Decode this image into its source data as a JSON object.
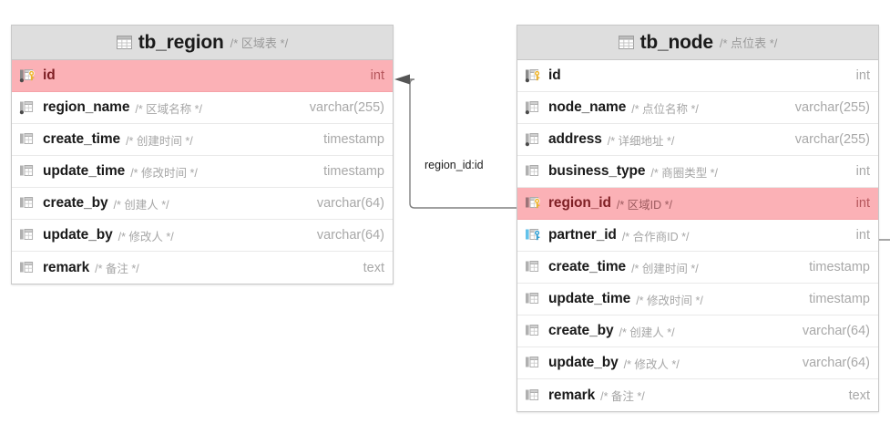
{
  "diagram": {
    "type": "entity-relationship-diagram",
    "background": "#ffffff",
    "highlight_color": "#fbb1b6",
    "header_color": "#dedede",
    "border_color": "#c8c8c8"
  },
  "tables": [
    {
      "name": "tb_region",
      "comment": "/* 区域表 */",
      "fields": [
        {
          "name": "id",
          "comment": "/* */",
          "type": "int",
          "icon": "primary-key-icon",
          "highlight": true,
          "show_comment": false
        },
        {
          "name": "region_name",
          "comment": "/* 区域名称 */",
          "type": "varchar(255)",
          "icon": "column-notnull-icon",
          "highlight": false,
          "show_comment": true
        },
        {
          "name": "create_time",
          "comment": "/* 创建时间 */",
          "type": "timestamp",
          "icon": "column-icon",
          "highlight": false,
          "show_comment": true
        },
        {
          "name": "update_time",
          "comment": "/* 修改时间 */",
          "type": "timestamp",
          "icon": "column-icon",
          "highlight": false,
          "show_comment": true
        },
        {
          "name": "create_by",
          "comment": "/* 创建人 */",
          "type": "varchar(64)",
          "icon": "column-icon",
          "highlight": false,
          "show_comment": true
        },
        {
          "name": "update_by",
          "comment": "/* 修改人 */",
          "type": "varchar(64)",
          "icon": "column-icon",
          "highlight": false,
          "show_comment": true
        },
        {
          "name": "remark",
          "comment": "/* 备注 */",
          "type": "text",
          "icon": "column-icon",
          "highlight": false,
          "show_comment": true
        }
      ]
    },
    {
      "name": "tb_node",
      "comment": "/* 点位表 */",
      "fields": [
        {
          "name": "id",
          "comment": "/* */",
          "type": "int",
          "icon": "primary-key-icon",
          "highlight": false,
          "show_comment": false
        },
        {
          "name": "node_name",
          "comment": "/* 点位名称 */",
          "type": "varchar(255)",
          "icon": "column-notnull-icon",
          "highlight": false,
          "show_comment": true
        },
        {
          "name": "address",
          "comment": "/* 详细地址 */",
          "type": "varchar(255)",
          "icon": "column-notnull-icon",
          "highlight": false,
          "show_comment": true
        },
        {
          "name": "business_type",
          "comment": "/* 商圈类型 */",
          "type": "int",
          "icon": "column-icon",
          "highlight": false,
          "show_comment": true
        },
        {
          "name": "region_id",
          "comment": "/* 区域ID */",
          "type": "int",
          "icon": "foreign-key-icon",
          "highlight": true,
          "show_comment": true
        },
        {
          "name": "partner_id",
          "comment": "/* 合作商ID */",
          "type": "int",
          "icon": "foreign-key-blue-icon",
          "highlight": false,
          "show_comment": true
        },
        {
          "name": "create_time",
          "comment": "/* 创建时间 */",
          "type": "timestamp",
          "icon": "column-icon",
          "highlight": false,
          "show_comment": true
        },
        {
          "name": "update_time",
          "comment": "/* 修改时间 */",
          "type": "timestamp",
          "icon": "column-icon",
          "highlight": false,
          "show_comment": true
        },
        {
          "name": "create_by",
          "comment": "/* 创建人 */",
          "type": "varchar(64)",
          "icon": "column-icon",
          "highlight": false,
          "show_comment": true
        },
        {
          "name": "update_by",
          "comment": "/* 修改人 */",
          "type": "varchar(64)",
          "icon": "column-icon",
          "highlight": false,
          "show_comment": true
        },
        {
          "name": "remark",
          "comment": "/* 备注 */",
          "type": "text",
          "icon": "column-icon",
          "highlight": false,
          "show_comment": true
        }
      ]
    }
  ],
  "relationship": {
    "label": "region_id:id",
    "from_table": "tb_node",
    "from_field": "region_id",
    "to_table": "tb_region",
    "to_field": "id",
    "line_color": "#808080"
  }
}
